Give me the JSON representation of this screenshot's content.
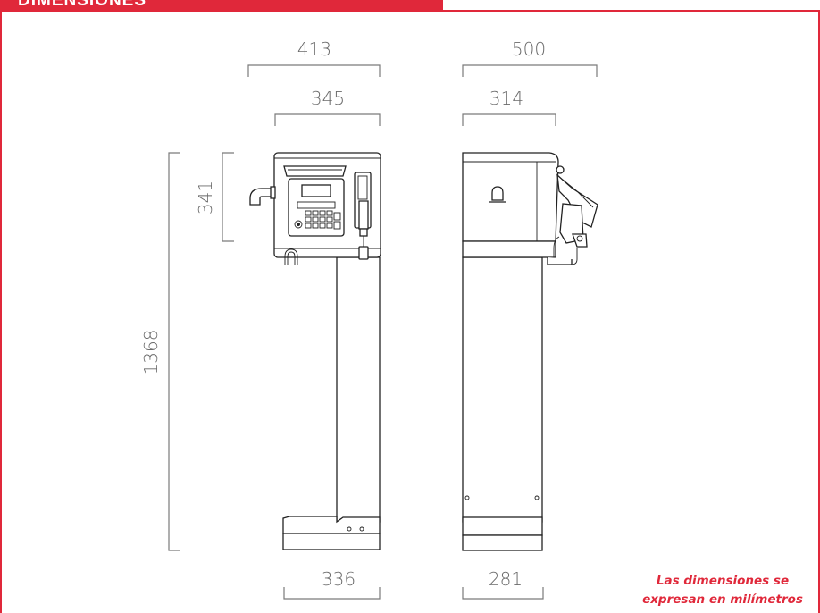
{
  "header": {
    "title": "DIMENSIONES"
  },
  "colors": {
    "accent": "#e0283a",
    "line": "#222222",
    "dimension": "#6a6a6a"
  },
  "dimensions": {
    "front_outer_width": "413",
    "front_inner_width": "345",
    "side_outer_width": "500",
    "side_inner_width": "314",
    "head_height": "341",
    "total_height": "1368",
    "front_base_width": "336",
    "side_base_width": "281"
  },
  "note": {
    "line1": "Las dimensiones se",
    "line2": "expresan en milímetros"
  }
}
